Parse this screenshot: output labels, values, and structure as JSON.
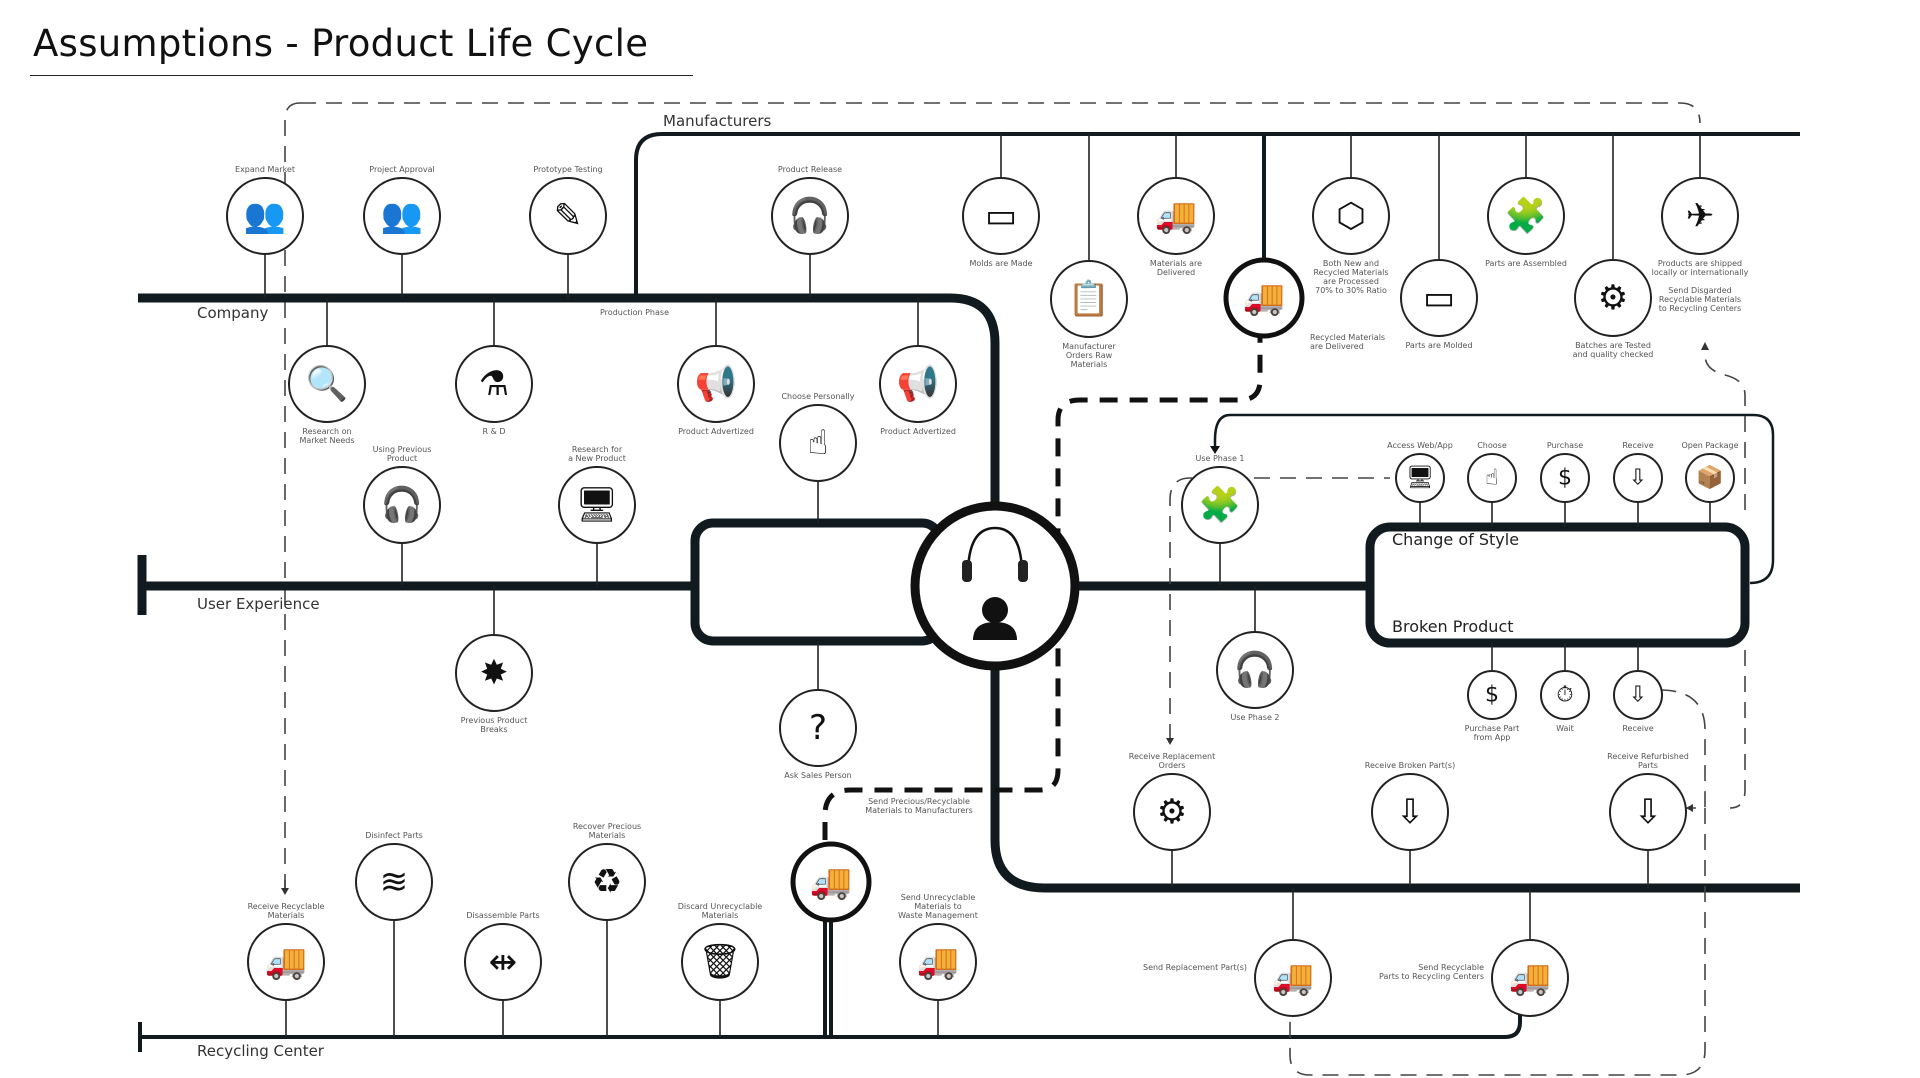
{
  "title": "Assumptions - Product Life Cycle",
  "lanes": {
    "manufacturers": "Manufacturers",
    "company": "Company",
    "user_experience": "User Experience",
    "recycling_center": "Recycling Center",
    "production_phase": "Production Phase"
  },
  "boxes": {
    "change_of_style": "Change of Style",
    "broken_product": "Broken Product"
  },
  "center_hub": {
    "icons": [
      "headphones-icon",
      "user-icon"
    ]
  },
  "nodes": [
    {
      "id": "expand-market",
      "label": [
        "Expand Market"
      ],
      "icon": "expand-market-icon",
      "glyph": "👥"
    },
    {
      "id": "project-approval",
      "label": [
        "Project Approval"
      ],
      "icon": "team-approval-icon",
      "glyph": "👥"
    },
    {
      "id": "prototype-testing",
      "label": [
        "Prototype Testing"
      ],
      "icon": "drafting-tools-icon",
      "glyph": "✎"
    },
    {
      "id": "product-release",
      "label": [
        "Product Release"
      ],
      "icon": "headphones-icon",
      "glyph": "🎧"
    },
    {
      "id": "research-market-needs",
      "label": [
        "Research on",
        "Market Needs"
      ],
      "icon": "market-research-icon",
      "glyph": "🔍"
    },
    {
      "id": "r-and-d",
      "label": [
        "R & D"
      ],
      "icon": "rnd-head-icon",
      "glyph": "⚗"
    },
    {
      "id": "product-advertized-1",
      "label": [
        "Product Advertized"
      ],
      "icon": "advertising-icon",
      "glyph": "📢"
    },
    {
      "id": "product-advertized-2",
      "label": [
        "Product Advertized"
      ],
      "icon": "advertising-icon",
      "glyph": "📢"
    },
    {
      "id": "choose-personally",
      "label": [
        "Choose Personally"
      ],
      "icon": "hand-pointer-icon",
      "glyph": "☝"
    },
    {
      "id": "using-previous-product",
      "label": [
        "Using Previous",
        "Product"
      ],
      "icon": "head-headphones-icon",
      "glyph": "🎧"
    },
    {
      "id": "research-new-product",
      "label": [
        "Research for",
        "a New Product"
      ],
      "icon": "monitor-icon",
      "glyph": "🖥"
    },
    {
      "id": "previous-product-breaks",
      "label": [
        "Previous Product",
        "Breaks"
      ],
      "icon": "broken-bar-icon",
      "glyph": "✸"
    },
    {
      "id": "ask-sales-person",
      "label": [
        "Ask Sales Person"
      ],
      "icon": "person-question-icon",
      "glyph": "?"
    },
    {
      "id": "molds-made",
      "label": [
        "Molds are Made"
      ],
      "icon": "molds-icon",
      "glyph": "▭"
    },
    {
      "id": "orders-raw-materials",
      "label": [
        "Manufacturer",
        "Orders Raw",
        "Materials"
      ],
      "icon": "clipboard-icon",
      "glyph": "📋"
    },
    {
      "id": "materials-delivered",
      "label": [
        "Materials are",
        "Delivered"
      ],
      "icon": "truck-icon",
      "glyph": "🚚"
    },
    {
      "id": "recycled-materials-delivered",
      "label": [
        "Recycled Materials",
        "are Delivered"
      ],
      "icon": "recycling-truck-icon",
      "glyph": "🚚"
    },
    {
      "id": "materials-processed",
      "label": [
        "Both New and",
        "Recycled Materials",
        "are Processed",
        "70% to 30% Ratio"
      ],
      "icon": "shapes-icon",
      "glyph": "⬡"
    },
    {
      "id": "parts-molded",
      "label": [
        "Parts are Molded"
      ],
      "icon": "molds-icon",
      "glyph": "▭"
    },
    {
      "id": "parts-assembled",
      "label": [
        "Parts are Assembled"
      ],
      "icon": "puzzle-icon",
      "glyph": "🧩"
    },
    {
      "id": "batches-tested",
      "label": [
        "Batches are Tested",
        "and quality checked"
      ],
      "icon": "gears-inspect-icon",
      "glyph": "⚙"
    },
    {
      "id": "products-shipped",
      "label": [
        "Products are shipped",
        "locally or internationally",
        "",
        "Send Disgarded",
        "Recyclable Materials",
        "to Recycling Centers"
      ],
      "icon": "truck-plane-icon",
      "glyph": "✈"
    },
    {
      "id": "use-phase-1",
      "label": [
        "Use Phase 1"
      ],
      "icon": "puzzle-icon",
      "glyph": "🧩"
    },
    {
      "id": "use-phase-2",
      "label": [
        "Use Phase 2"
      ],
      "icon": "head-headphones-icon",
      "glyph": "🎧"
    },
    {
      "id": "access-web-app",
      "label": [
        "Access Web/App"
      ],
      "icon": "monitor-icon",
      "glyph": "🖥"
    },
    {
      "id": "choose",
      "label": [
        "Choose"
      ],
      "icon": "hand-pointer-icon",
      "glyph": "☝"
    },
    {
      "id": "purchase",
      "label": [
        "Purchase"
      ],
      "icon": "coin-hand-icon",
      "glyph": "$"
    },
    {
      "id": "receive-top",
      "label": [
        "Receive"
      ],
      "icon": "receive-hand-icon",
      "glyph": "⇩"
    },
    {
      "id": "open-package",
      "label": [
        "Open Package"
      ],
      "icon": "open-box-icon",
      "glyph": "📦"
    },
    {
      "id": "purchase-part",
      "label": [
        "Purchase Part",
        "from App"
      ],
      "icon": "coin-hand-icon",
      "glyph": "$"
    },
    {
      "id": "wait",
      "label": [
        "Wait"
      ],
      "icon": "seated-clock-icon",
      "glyph": "⏱"
    },
    {
      "id": "receive-bottom",
      "label": [
        "Receive"
      ],
      "icon": "receive-hand-icon",
      "glyph": "⇩"
    },
    {
      "id": "receive-replacement-orders",
      "label": [
        "Receive Replacement",
        "Orders"
      ],
      "icon": "user-gear-icon",
      "glyph": "⚙"
    },
    {
      "id": "receive-broken-parts",
      "label": [
        "Receive Broken Part(s)"
      ],
      "icon": "receive-hand-icon",
      "glyph": "⇩"
    },
    {
      "id": "receive-refurbished-parts",
      "label": [
        "Receive Refurbished",
        "Parts"
      ],
      "icon": "receive-hand-icon",
      "glyph": "⇩"
    },
    {
      "id": "send-replacement-parts",
      "label": [
        "Send Replacement Part(s)"
      ],
      "icon": "recycling-truck-icon",
      "glyph": "🚚"
    },
    {
      "id": "send-recyclable-parts",
      "label": [
        "Send Recyclable",
        "Parts to Recycling Centers"
      ],
      "icon": "recycling-truck-icon",
      "glyph": "🚚"
    },
    {
      "id": "receive-recyclable-materials",
      "label": [
        "Receive Recyclable",
        "Materials"
      ],
      "icon": "recycling-truck-icon",
      "glyph": "🚚"
    },
    {
      "id": "disinfect-parts",
      "label": [
        "Disinfect Parts"
      ],
      "icon": "disinfect-icon",
      "glyph": "≋"
    },
    {
      "id": "disassemble-parts",
      "label": [
        "Disassemble Parts"
      ],
      "icon": "disassemble-icon",
      "glyph": "⇹"
    },
    {
      "id": "recover-precious-materials",
      "label": [
        "Recover Precious",
        "Materials"
      ],
      "icon": "recycle-icon",
      "glyph": "♻"
    },
    {
      "id": "discard-unrecyclable",
      "label": [
        "Discard Unrecyclable",
        "Materials"
      ],
      "icon": "trash-can-icon",
      "glyph": "🗑"
    },
    {
      "id": "send-precious-to-manufacturers",
      "label": [
        "Send Precious/Recyclable",
        "Materials to Manufacturers"
      ],
      "icon": "recycling-truck-icon",
      "glyph": "🚚"
    },
    {
      "id": "send-unrecyclable-waste",
      "label": [
        "Send Unrecyclable",
        "Materials to",
        "Waste Management"
      ],
      "icon": "recycling-truck-icon",
      "glyph": "🚚"
    }
  ]
}
